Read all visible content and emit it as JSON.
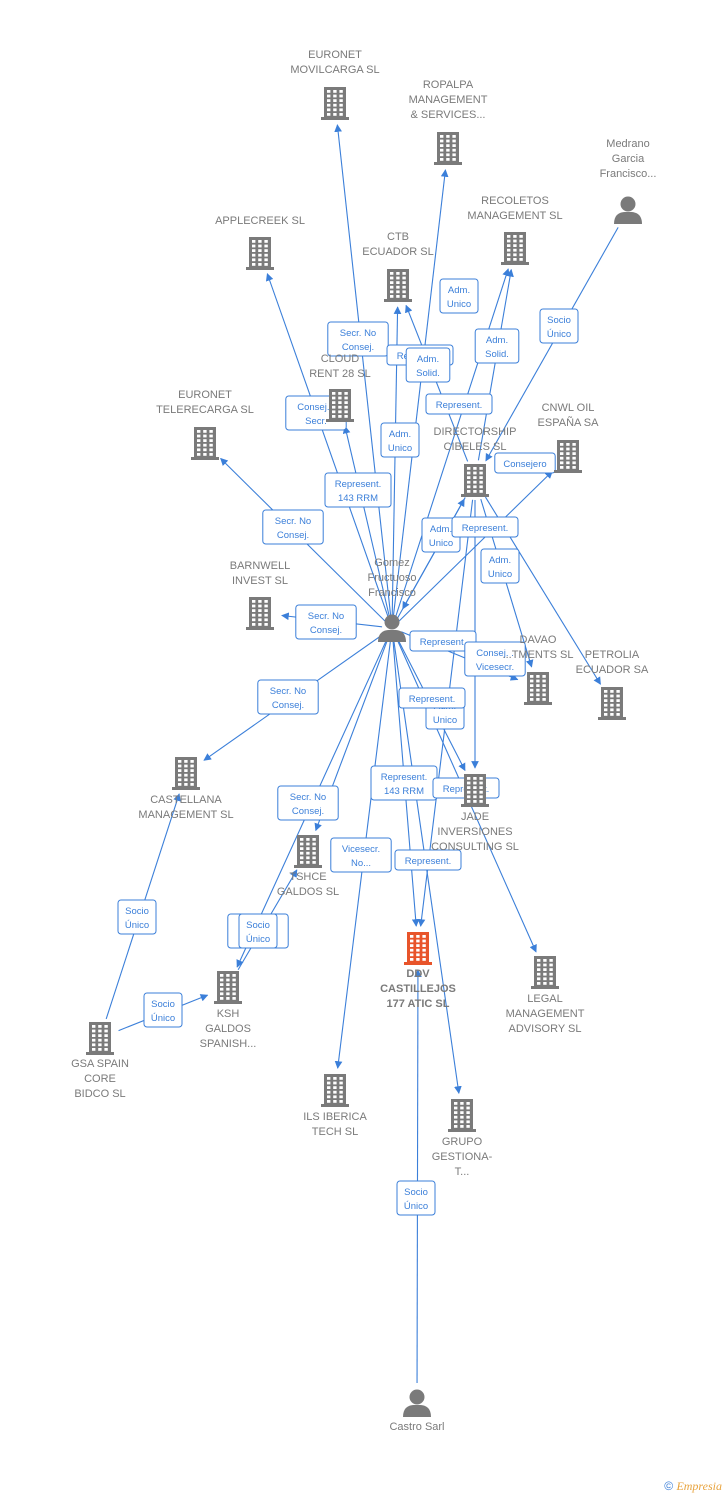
{
  "colors": {
    "edge": "#3b7fd9",
    "company": "#7a7a7a",
    "focus": "#e8542a",
    "person": "#7a7a7a"
  },
  "nodes": [
    {
      "id": "euronet_movil",
      "type": "company",
      "lines": [
        "EURONET",
        "MOVILCARGA SL"
      ]
    },
    {
      "id": "ropalpa",
      "type": "company",
      "lines": [
        "ROPALPA",
        "MANAGEMENT",
        "& SERVICES..."
      ]
    },
    {
      "id": "medrano",
      "type": "person",
      "lines": [
        "Medrano",
        "Garcia",
        "Francisco..."
      ]
    },
    {
      "id": "applecreek",
      "type": "company",
      "lines": [
        "APPLECREEK SL"
      ]
    },
    {
      "id": "ctb",
      "type": "company",
      "lines": [
        "CTB",
        "ECUADOR  SL"
      ]
    },
    {
      "id": "recoletos",
      "type": "company",
      "lines": [
        "RECOLETOS",
        "MANAGEMENT SL"
      ]
    },
    {
      "id": "cloud",
      "type": "company",
      "lines": [
        "CLOUD",
        "RENT 28  SL"
      ]
    },
    {
      "id": "euronet_tele",
      "type": "company",
      "lines": [
        "EURONET",
        "TELERECARGA SL"
      ]
    },
    {
      "id": "directorship",
      "type": "company",
      "lines": [
        "DIRECTORSHIP",
        "CIBELES SL"
      ]
    },
    {
      "id": "cnwl",
      "type": "company",
      "lines": [
        "CNWL OIL",
        "ESPAÑA SA"
      ]
    },
    {
      "id": "gomez",
      "type": "person",
      "lines": [
        "Gomez",
        "Fructuoso",
        "Francisco"
      ]
    },
    {
      "id": "barnwell",
      "type": "company",
      "lines": [
        "BARNWELL",
        "INVEST  SL"
      ]
    },
    {
      "id": "davao",
      "type": "company",
      "lines": [
        "DAVAO",
        "...TMENTS SL"
      ]
    },
    {
      "id": "petrolia",
      "type": "company",
      "lines": [
        "PETROLIA",
        "ECUADOR SA"
      ]
    },
    {
      "id": "castellana",
      "type": "company",
      "lines": [
        "CASTELLANA",
        "MANAGEMENT SL"
      ]
    },
    {
      "id": "jade",
      "type": "company",
      "lines": [
        "JADE",
        "INVERSIONES",
        "CONSULTING SL"
      ]
    },
    {
      "id": "tshce",
      "type": "company",
      "lines": [
        "TSHCE",
        "GALDOS  SL"
      ]
    },
    {
      "id": "ddv",
      "type": "focus",
      "lines": [
        "DDV",
        "CASTILLEJOS",
        "177 ATIC  SL"
      ]
    },
    {
      "id": "legal",
      "type": "company",
      "lines": [
        "LEGAL",
        "MANAGEMENT",
        "ADVISORY  SL"
      ]
    },
    {
      "id": "ksh",
      "type": "company",
      "lines": [
        "KSH",
        "GALDOS",
        "SPANISH..."
      ]
    },
    {
      "id": "gsa",
      "type": "company",
      "lines": [
        "GSA SPAIN",
        "CORE",
        "BIDCO  SL"
      ]
    },
    {
      "id": "ils",
      "type": "company",
      "lines": [
        "ILS IBERICA",
        "TECH  SL"
      ]
    },
    {
      "id": "grupo",
      "type": "company",
      "lines": [
        "GRUPO",
        "GESTIONA-",
        "T..."
      ]
    },
    {
      "id": "castro",
      "type": "person",
      "lines": [
        "Castro Sarl"
      ]
    }
  ],
  "edges": [
    {
      "from": "gomez",
      "to": "euronet_movil",
      "lines": [
        "Secr.  No",
        "Consej."
      ]
    },
    {
      "from": "gomez",
      "to": "ropalpa",
      "lines": [
        "Adm.",
        "Unico"
      ]
    },
    {
      "from": "gomez",
      "to": "applecreek",
      "lines": [
        "Represent.",
        "143 RRM"
      ]
    },
    {
      "from": "gomez",
      "to": "ctb",
      "lines": [
        "Represent."
      ]
    },
    {
      "from": "gomez",
      "to": "recoletos",
      "lines": [
        "Adm.",
        "Solid."
      ]
    },
    {
      "from": "gomez",
      "to": "cloud",
      "lines": [
        "Consej. .",
        "Secr."
      ]
    },
    {
      "from": "gomez",
      "to": "euronet_tele",
      "lines": [
        "Secr.  No",
        "Consej."
      ]
    },
    {
      "from": "gomez",
      "to": "directorship",
      "lines": [
        "Adm.",
        "Unico"
      ]
    },
    {
      "from": "gomez",
      "to": "cnwl",
      "lines": [
        "Consejero"
      ]
    },
    {
      "from": "gomez",
      "to": "barnwell",
      "lines": [
        "Secr.  No",
        "Consej."
      ]
    },
    {
      "from": "gomez",
      "to": "davao",
      "lines": [
        "Represent."
      ]
    },
    {
      "from": "gomez",
      "to": "castellana",
      "lines": [
        "Secr.  No",
        "Consej."
      ]
    },
    {
      "from": "gomez",
      "to": "jade",
      "lines": [
        "Adm.",
        "Unico"
      ]
    },
    {
      "from": "gomez",
      "to": "tshce",
      "lines": [
        "Secr.  No",
        "Consej."
      ]
    },
    {
      "from": "gomez",
      "to": "ddv",
      "lines": [
        "Represent.",
        "143 RRM"
      ]
    },
    {
      "from": "gomez",
      "to": "legal",
      "lines": [
        "Represent."
      ]
    },
    {
      "from": "gomez",
      "to": "ksh",
      "lines": [
        "Secr.  No",
        "Consej."
      ]
    },
    {
      "from": "gomez",
      "to": "ils",
      "lines": [
        "Vicesecr.",
        "No..."
      ]
    },
    {
      "from": "gomez",
      "to": "grupo",
      "lines": [
        "Represent."
      ]
    },
    {
      "from": "medrano",
      "to": "directorship",
      "lines": [
        "Socio",
        "Único"
      ]
    },
    {
      "from": "directorship",
      "to": "ctb",
      "lines": [
        "Adm.",
        "Solid."
      ]
    },
    {
      "from": "directorship",
      "to": "recoletos",
      "lines": [
        "Represent."
      ]
    },
    {
      "from": "directorship",
      "to": "petrolia",
      "lines": [
        "Consej. .",
        "Vicesecr."
      ]
    },
    {
      "from": "directorship",
      "to": "davao",
      "lines": [
        "Adm.",
        "Unico"
      ]
    },
    {
      "from": "directorship",
      "to": "jade",
      "lines": [
        "Represent."
      ]
    },
    {
      "from": "directorship",
      "to": "ddv",
      "lines": [
        "Adm.",
        "Unico"
      ]
    },
    {
      "from": "directorship",
      "to": "gomez",
      "lines": [
        "Represent."
      ]
    },
    {
      "from": "gsa",
      "to": "castellana",
      "lines": [
        "Socio",
        "Único"
      ]
    },
    {
      "from": "gsa",
      "to": "ksh",
      "lines": [
        "Socio",
        "Único"
      ]
    },
    {
      "from": "ksh",
      "to": "tshce",
      "lines": [
        "Socio",
        "Único"
      ]
    },
    {
      "from": "castro",
      "to": "ddv",
      "lines": [
        "Socio",
        "Único"
      ]
    }
  ],
  "footer": {
    "copyright": "©",
    "brand": "Empresia"
  }
}
